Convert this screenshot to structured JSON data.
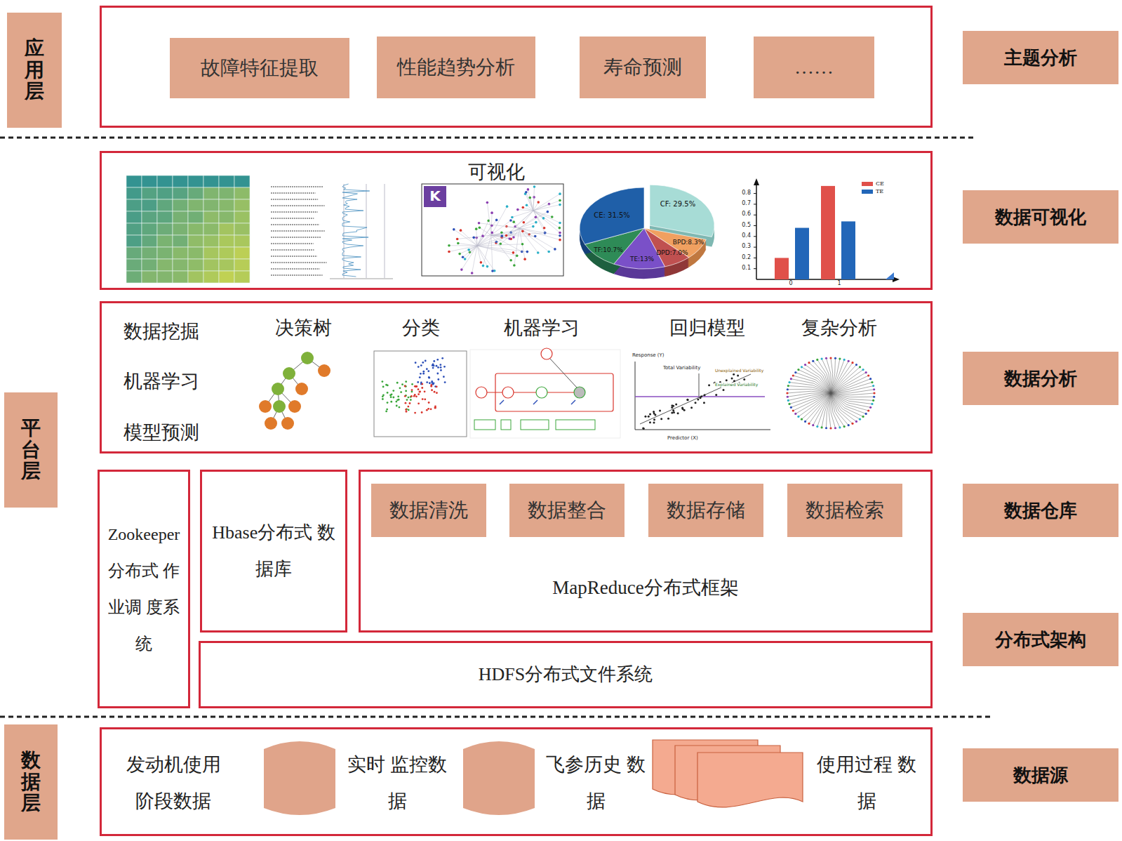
{
  "diagram": {
    "nodes": [
      {
        "text": [
          "应用层"
        ]
      },
      {
        "text": []
      },
      {
        "text": [
          "故障特征提取"
        ],
        "in": 1
      },
      {
        "text": [
          "性能趋势分析"
        ],
        "in": 1
      },
      {
        "text": [
          "寿命预测"
        ],
        "in": 1
      },
      {
        "text": [
          "……"
        ],
        "in": 1
      },
      {
        "text": [
          "主题分析"
        ]
      },
      {
        "text": [
          "平台层"
        ]
      },
      {
        "text": [
          "可视化"
        ]
      },
      {
        "text": [
          "数据可视化"
        ]
      },
      {
        "text": [
          "数据挖掘",
          "机器学习",
          "模型预测",
          "决策树",
          "分类",
          "机器学习",
          "回归模型",
          "复杂分析"
        ]
      },
      {
        "text": [
          "数据分析"
        ]
      },
      {
        "text": [
          "Zookeeper 分布式 作业调 度系统"
        ]
      },
      {
        "text": [
          "Hbase分布式 数据库"
        ]
      },
      {
        "text": [
          "MapReduce分布式框架"
        ]
      },
      {
        "text": [
          "数据清洗"
        ],
        "in": 14
      },
      {
        "text": [
          "数据整合"
        ],
        "in": 14
      },
      {
        "text": [
          "数据存储"
        ],
        "in": 14
      },
      {
        "text": [
          "数据检索"
        ],
        "in": 14
      },
      {
        "text": [
          "数据仓库"
        ]
      },
      {
        "text": [
          "HDFS分布式文件系统"
        ]
      },
      {
        "text": [
          "分布式架构"
        ]
      },
      {
        "text": [
          "数据层"
        ]
      },
      {
        "text": [
          "发动机使用 阶段数据",
          "实时 监控数据",
          "飞参历史 数据",
          "使用过程 数据"
        ]
      },
      {
        "text": [
          "数据源"
        ]
      }
    ],
    "labels": [
      "K",
      "CE: 31.5%",
      "CF: 29.5%",
      "BPD:8.3%",
      "DPD:7.0%",
      "TE:13%",
      "TF:10.7%",
      "0.8",
      "0.7",
      "0.6",
      "0.5",
      "0.4",
      "0.3",
      "0.2",
      "0.1",
      "0",
      "1",
      "Response (Y)",
      "Total Variability",
      "Unexplained Variability",
      "Explained Variability",
      "Predictor (X)"
    ],
    "legend": [
      {
        "text": "CE",
        "color": "#e0504a"
      },
      {
        "text": "TE",
        "color": "#2266b8"
      }
    ]
  }
}
